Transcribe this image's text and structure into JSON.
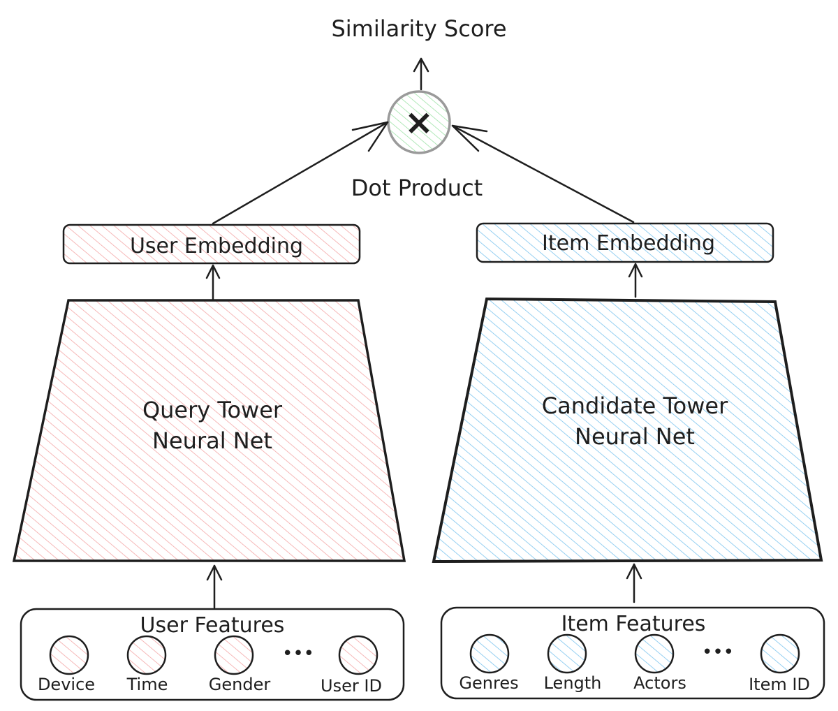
{
  "colors": {
    "ink": "#1e1e1e",
    "user_fill": "#f4a7a7",
    "item_fill": "#7cc4ee",
    "op_fill": "#9ee3a8",
    "op_stroke": "#9a9a9a"
  },
  "top": {
    "title": "Similarity Score",
    "operator_symbol": "×",
    "operator_label": "Dot Product"
  },
  "user_side": {
    "embedding_label": "User Embedding",
    "tower_line1": "Query Tower",
    "tower_line2": "Neural Net",
    "features_title": "User Features",
    "ellipsis": "•••",
    "features": [
      "Device",
      "Time",
      "Gender",
      "User ID"
    ]
  },
  "item_side": {
    "embedding_label": "Item Embedding",
    "tower_line1": "Candidate Tower",
    "tower_line2": "Neural Net",
    "features_title": "Item Features",
    "ellipsis": "•••",
    "features": [
      "Genres",
      "Length",
      "Actors",
      "Item ID"
    ]
  }
}
